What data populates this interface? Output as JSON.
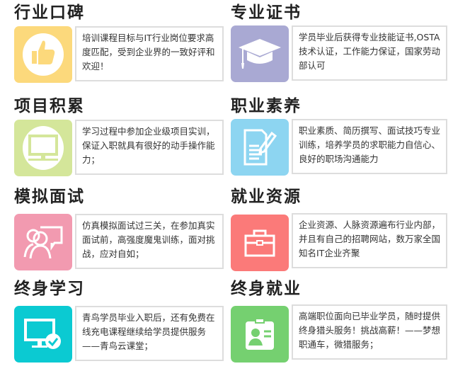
{
  "cards": [
    {
      "title": "行业口碑",
      "text": "培训课程目标与IT行业岗位要求高度匹配，受到企业界的一致好评和欢迎！",
      "icon": "thumbs-up-icon",
      "color": "#fcd97c"
    },
    {
      "title": "专业证书",
      "text": "学员毕业后获得专业技能证书,OSTA技术认证，工作能力保证，国家劳动部认可",
      "icon": "graduation-cap-icon",
      "color": "#a9a9d3"
    },
    {
      "title": "项目积累",
      "text": "学习过程中参加企业级项目实训，保证入职就具有很好的动手操作能力；",
      "icon": "monitor-icon",
      "color": "#d4e69a"
    },
    {
      "title": "职业素养",
      "text": "职业素质、简历撰写、面试技巧专业训练，培养学员的求职能力自信心、良好的职场沟通能力",
      "icon": "document-edit-icon",
      "color": "#8dd5f1"
    },
    {
      "title": "模拟面试",
      "text": "仿真模拟面试过三关，在参加真实面试前，高强度魔鬼训练，面对挑战，应对自如；",
      "icon": "interview-chat-icon",
      "color": "#f29ab0"
    },
    {
      "title": "就业资源",
      "text": "企业资源、人脉资源遍布行业内部，并且有自己的招聘网站，数万家全国知名IT企业齐聚",
      "icon": "briefcase-icon",
      "color": "#fb7a79"
    },
    {
      "title": "终身学习",
      "text": "青鸟学员毕业入职后，还有免费在线充电课程继续给学员提供服务——青鸟云课堂；",
      "icon": "computer-check-icon",
      "color": "#0bcad2"
    },
    {
      "title": "终身就业",
      "text": "高端职位面向已毕业学员，随时提供终身猎头服务！挑战高薪！——梦想职通车，微猎服务；",
      "icon": "id-badge-icon",
      "color": "#75d070"
    }
  ]
}
